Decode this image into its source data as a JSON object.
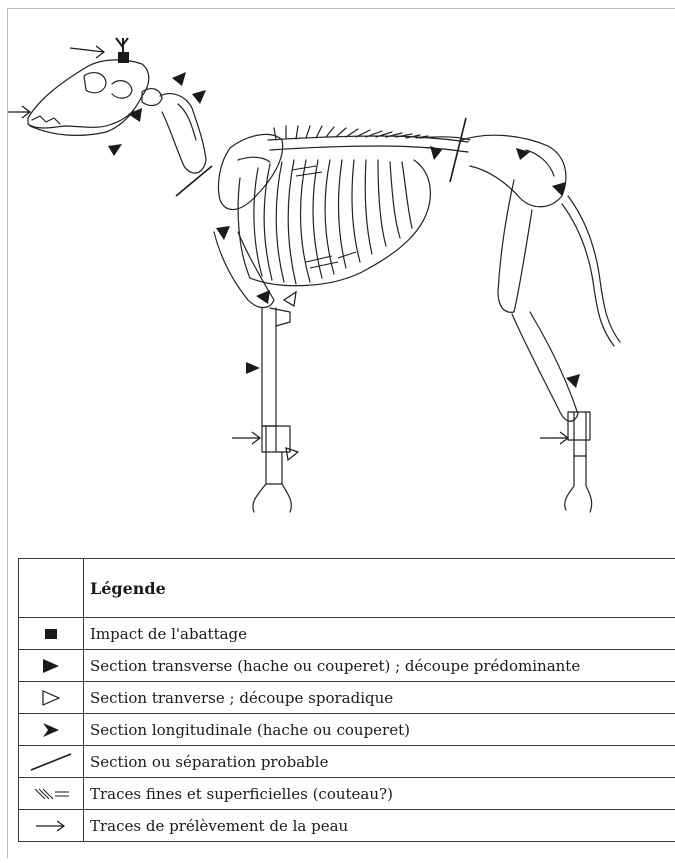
{
  "legend": {
    "title": "Légende",
    "items": [
      {
        "symbol": "square-filled",
        "label": "Impact de l'abattage"
      },
      {
        "symbol": "triangle-filled",
        "label": "Section transverse (hache ou couperet) ; découpe prédominante"
      },
      {
        "symbol": "triangle-outline",
        "label": "Section tranverse ; découpe sporadique"
      },
      {
        "symbol": "arrowhead-notched",
        "label": "Section longitudinale (hache ou couperet)"
      },
      {
        "symbol": "slash-line",
        "label": "Section ou séparation probable"
      },
      {
        "symbol": "fine-lines",
        "label": "Traces fines et superficielles (couteau?)"
      },
      {
        "symbol": "arrow",
        "label": "Traces de prélèvement de la peau"
      }
    ]
  },
  "colors": {
    "ink": "#1a1a1a",
    "frame": "#bdbdbd"
  }
}
